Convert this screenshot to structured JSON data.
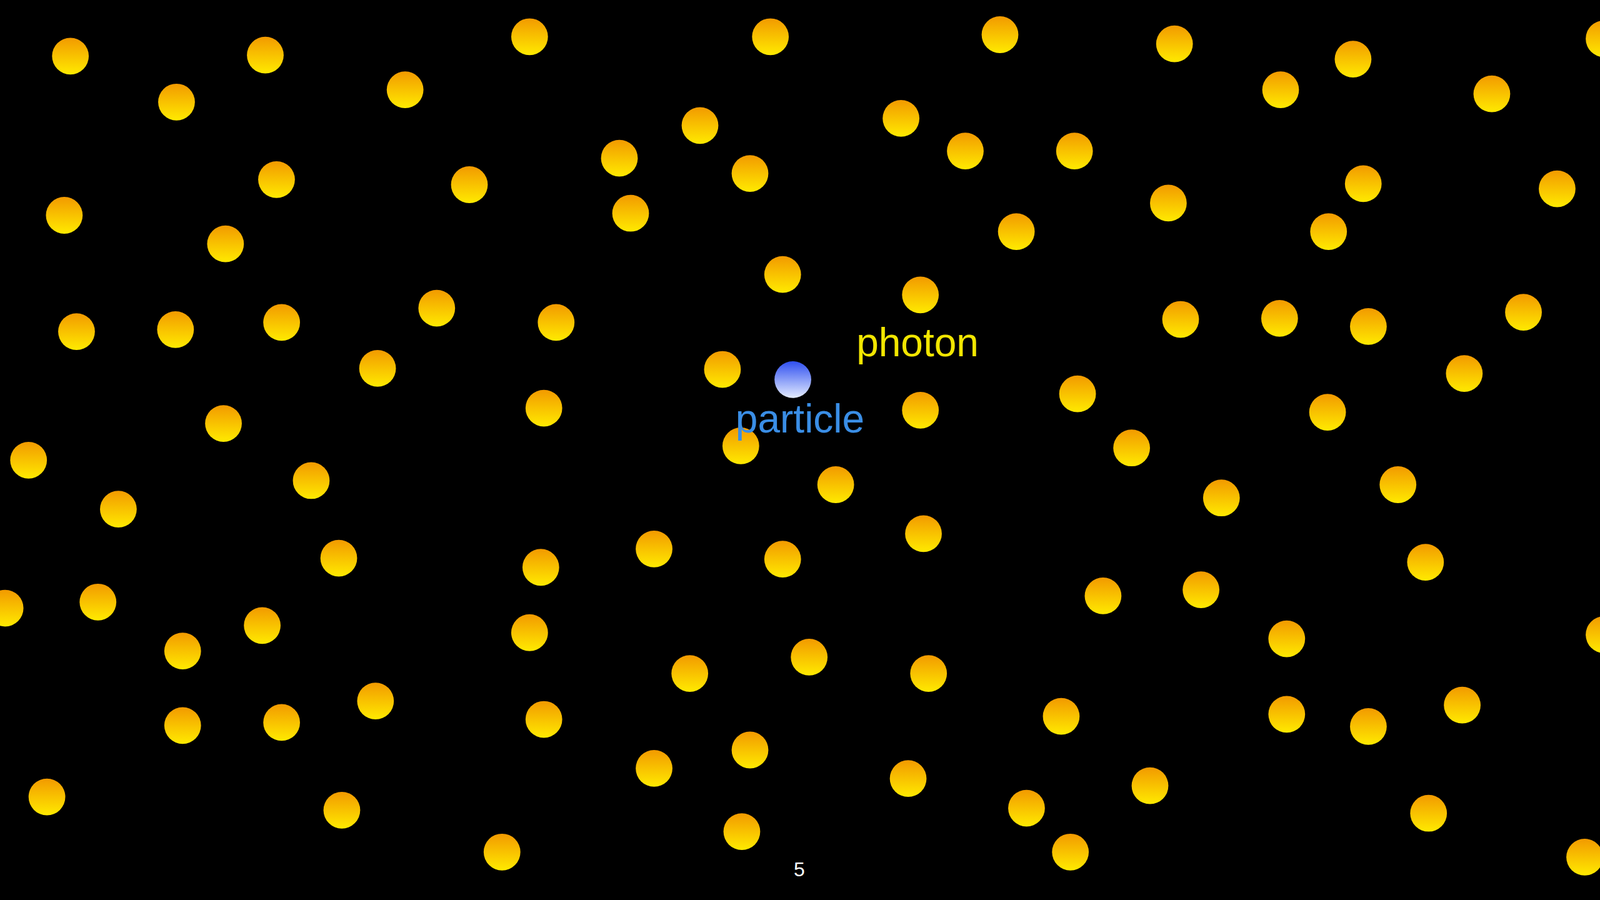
{
  "diagram": {
    "labels": [
      "photon",
      "particle",
      "5"
    ]
  }
}
